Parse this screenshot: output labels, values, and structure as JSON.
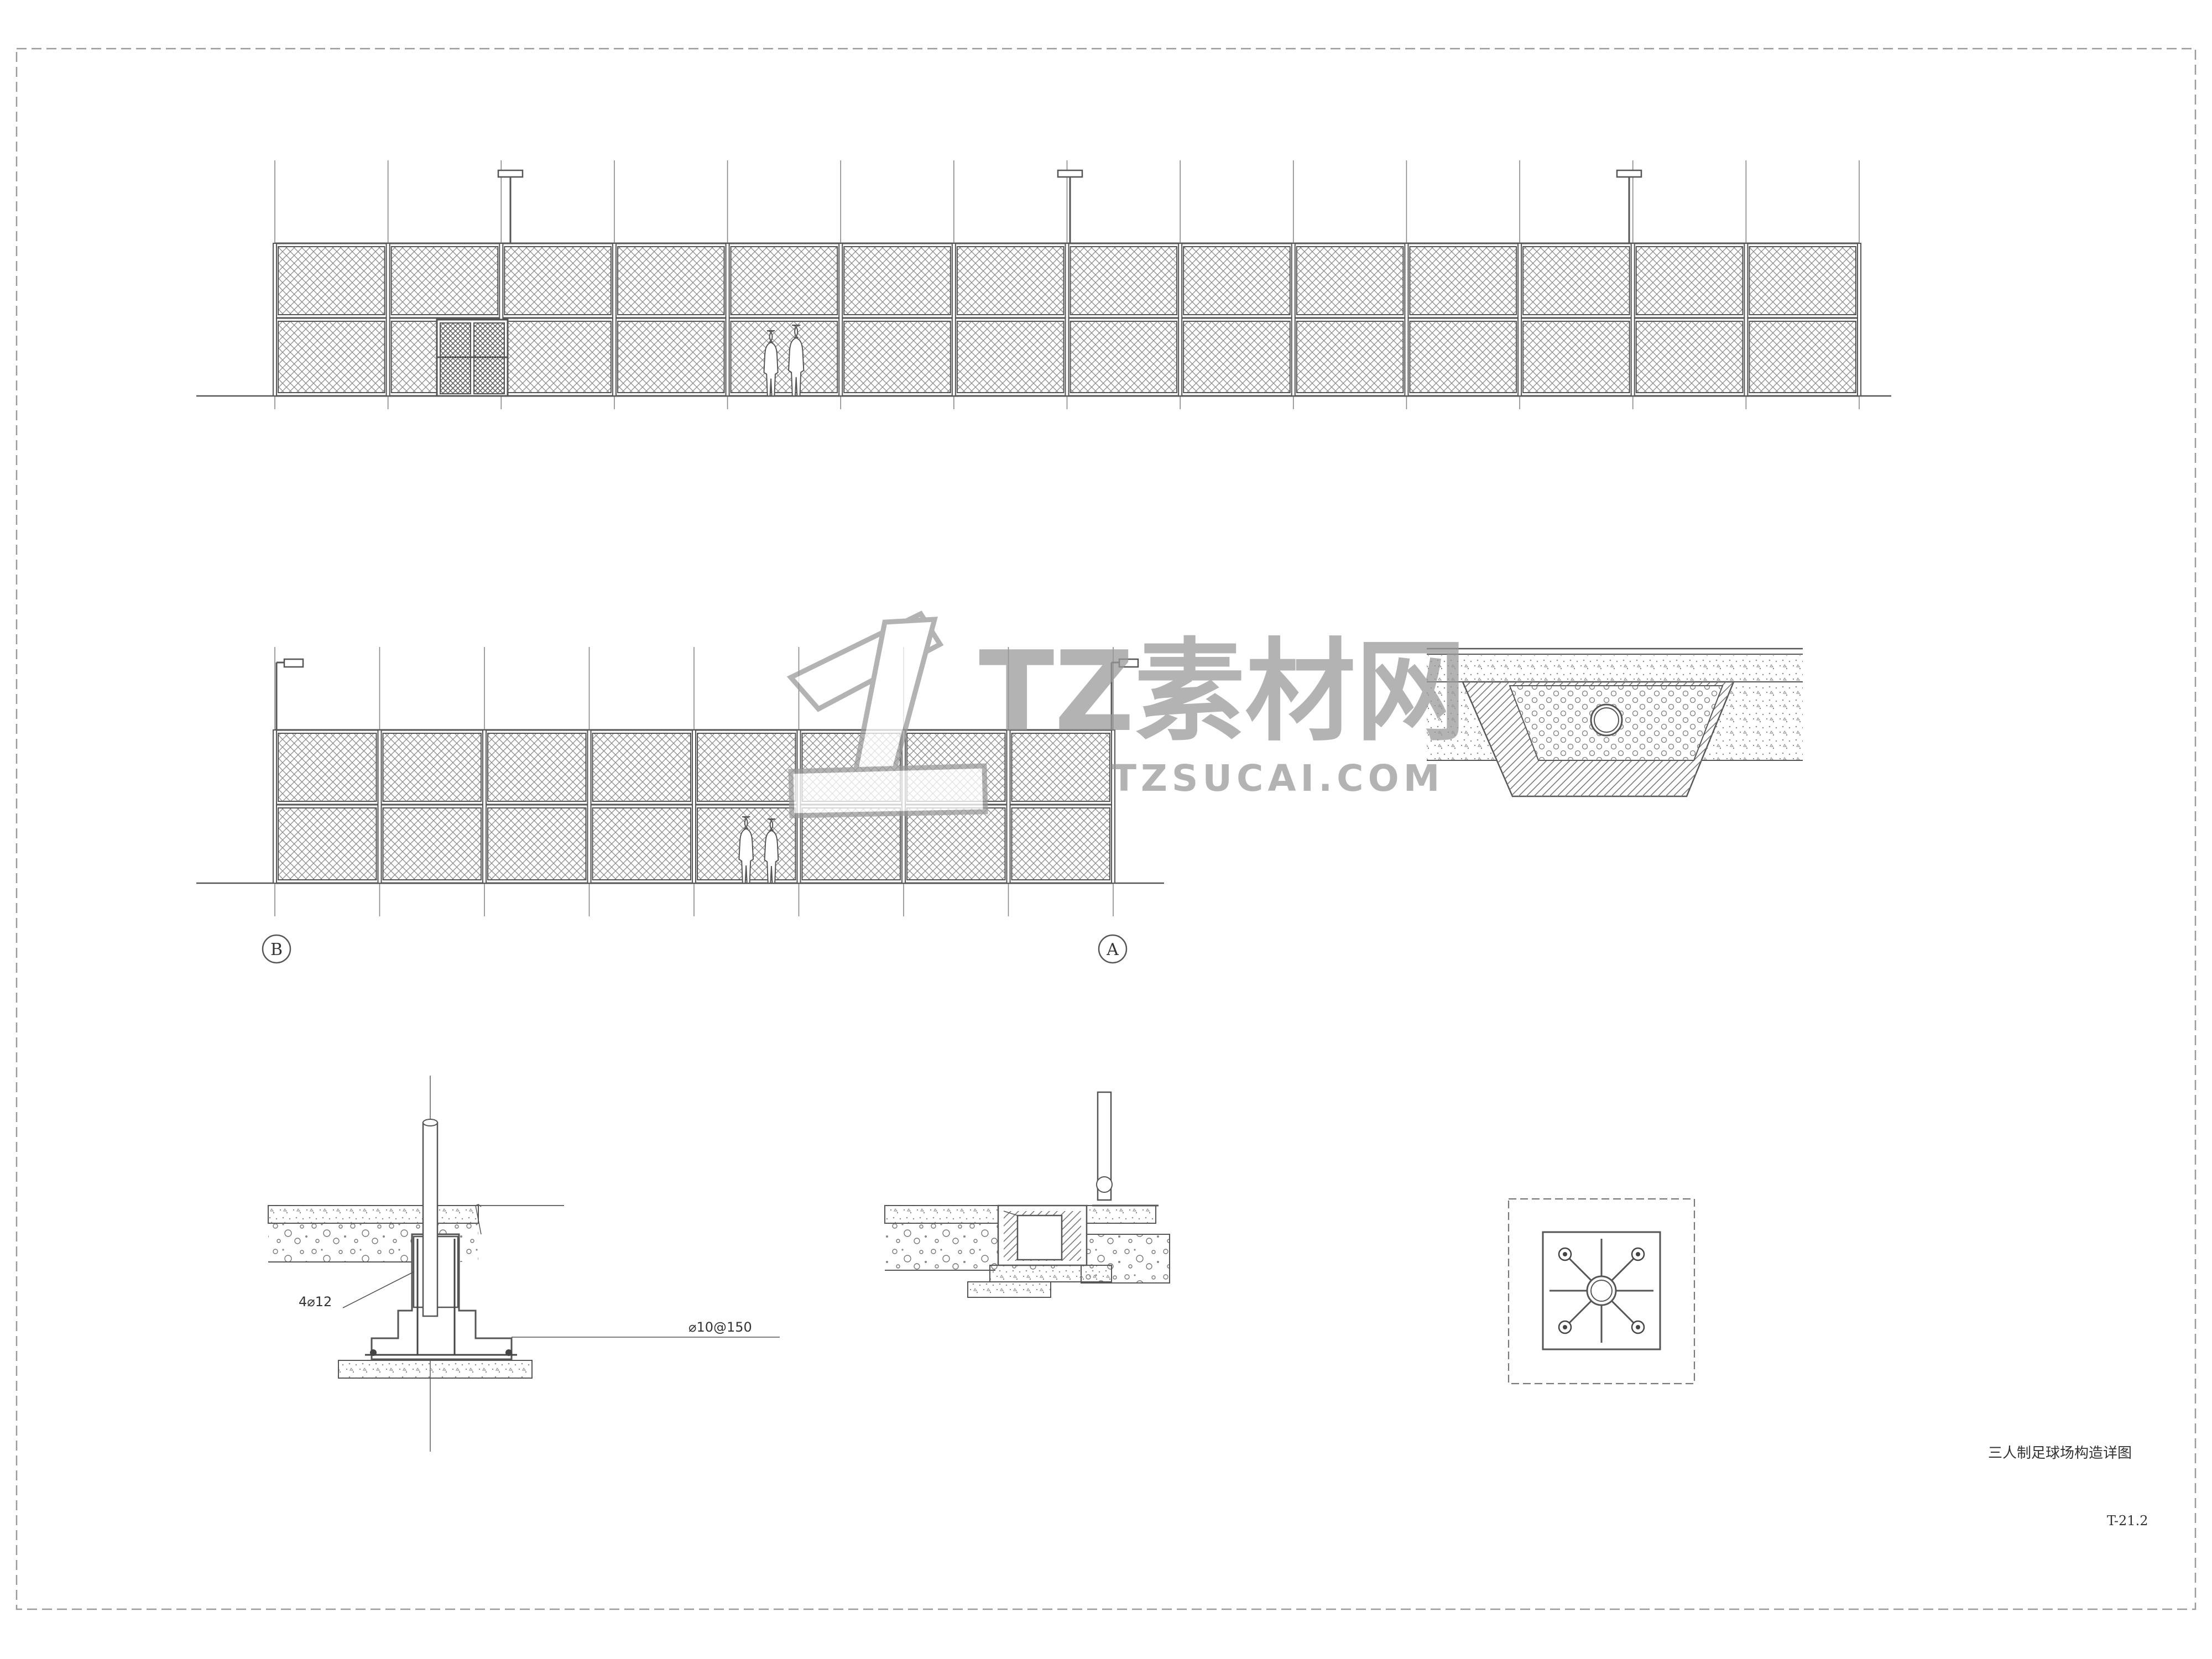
{
  "drawing": {
    "title": "三人制足球场构造详图",
    "sheet_number": "T-21.2"
  },
  "axes": {
    "left": "B",
    "right": "A"
  },
  "annotations": {
    "rebar_main": "4⌀12",
    "rebar_stirrup": "⌀10@150"
  },
  "watermark": {
    "brand": "TZ素材网",
    "url": "TZSUCAI.COM"
  },
  "colors": {
    "line": "#555555",
    "mesh": "#8a8a8a",
    "hatch": "#777777",
    "paper": "#ffffff",
    "watermark": "#9a9a9a"
  }
}
